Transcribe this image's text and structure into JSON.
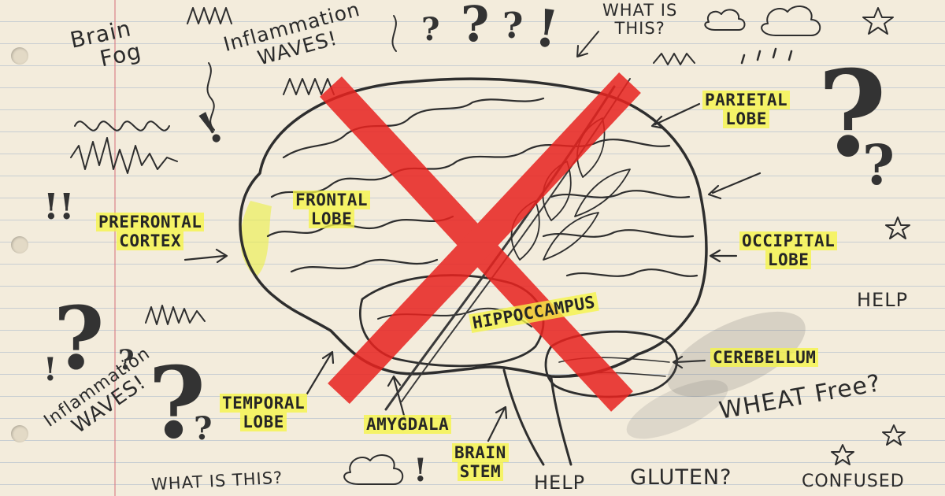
{
  "notes": {
    "brain_fog": [
      "Brain",
      "Fog"
    ],
    "inflammation_top": [
      "Inflammation",
      "WAVES!"
    ],
    "inflammation_bottom": [
      "Inflammation",
      "WAVES!"
    ],
    "what_is_this_top": [
      "WHAT IS",
      "THIS?"
    ],
    "what_is_this_bottom": "WHAT IS THIS?",
    "help_right": "HELP",
    "help_bottom": "HELP",
    "gluten": "GLUTEN?",
    "wheat_free": "WHEAT Free?",
    "confused": "CONFUSED"
  },
  "labels": {
    "prefrontal_cortex": [
      "PREFRONTAL",
      "CORTEX"
    ],
    "frontal_lobe": [
      "FRONTAL",
      "LOBE"
    ],
    "parietal_lobe": [
      "PARIETAL",
      "LOBE"
    ],
    "occipital_lobe": [
      "OCCIPITAL",
      "LOBE"
    ],
    "hippocampus": "HIPPOCCAMPUS",
    "cerebellum": "CEREBELLUM",
    "temporal_lobe": [
      "TEMPORAL",
      "LOBE"
    ],
    "amygdala": "AMYGDALA",
    "brain_stem": [
      "BRAIN",
      "STEM"
    ]
  },
  "colors": {
    "paper": "#f3ecdc",
    "highlight": "#f5f546",
    "cross": "#e8231f",
    "pencil": "#2a2a2a"
  }
}
